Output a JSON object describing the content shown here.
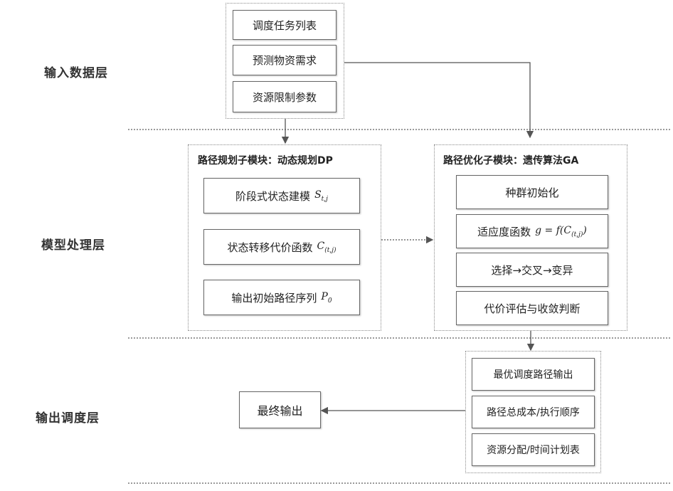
{
  "layers": {
    "input": "输入数据层",
    "model": "模型处理层",
    "output": "输出调度层"
  },
  "input_group": {
    "items": [
      "调度任务列表",
      "预测物资需求",
      "资源限制参数"
    ]
  },
  "dp_module": {
    "title": "路径规划子模块：动态规划DP",
    "items": [
      {
        "text": "阶段式状态建模",
        "symbol": "S",
        "subscript": "t,j"
      },
      {
        "text": "状态转移代价函数",
        "symbol": "C",
        "subscript": "(t,j)"
      },
      {
        "text": "输出初始路径序列",
        "symbol": "P",
        "subscript": "0"
      }
    ]
  },
  "ga_module": {
    "title": "路径优化子模块：遗传算法GA",
    "items": [
      {
        "text": "种群初始化",
        "formula": ""
      },
      {
        "text": "适应度函数",
        "formula": "g = f(C",
        "formula_sub": "(t,j)",
        "formula_end": ")"
      },
      {
        "text": "选择→交叉→变异",
        "formula": ""
      },
      {
        "text": "代价评估与收敛判断",
        "formula": ""
      }
    ]
  },
  "output_group": {
    "items": [
      "最优调度路径输出",
      "路径总成本/执行顺序",
      "资源分配/时间计划表"
    ]
  },
  "final_output": "最终输出"
}
